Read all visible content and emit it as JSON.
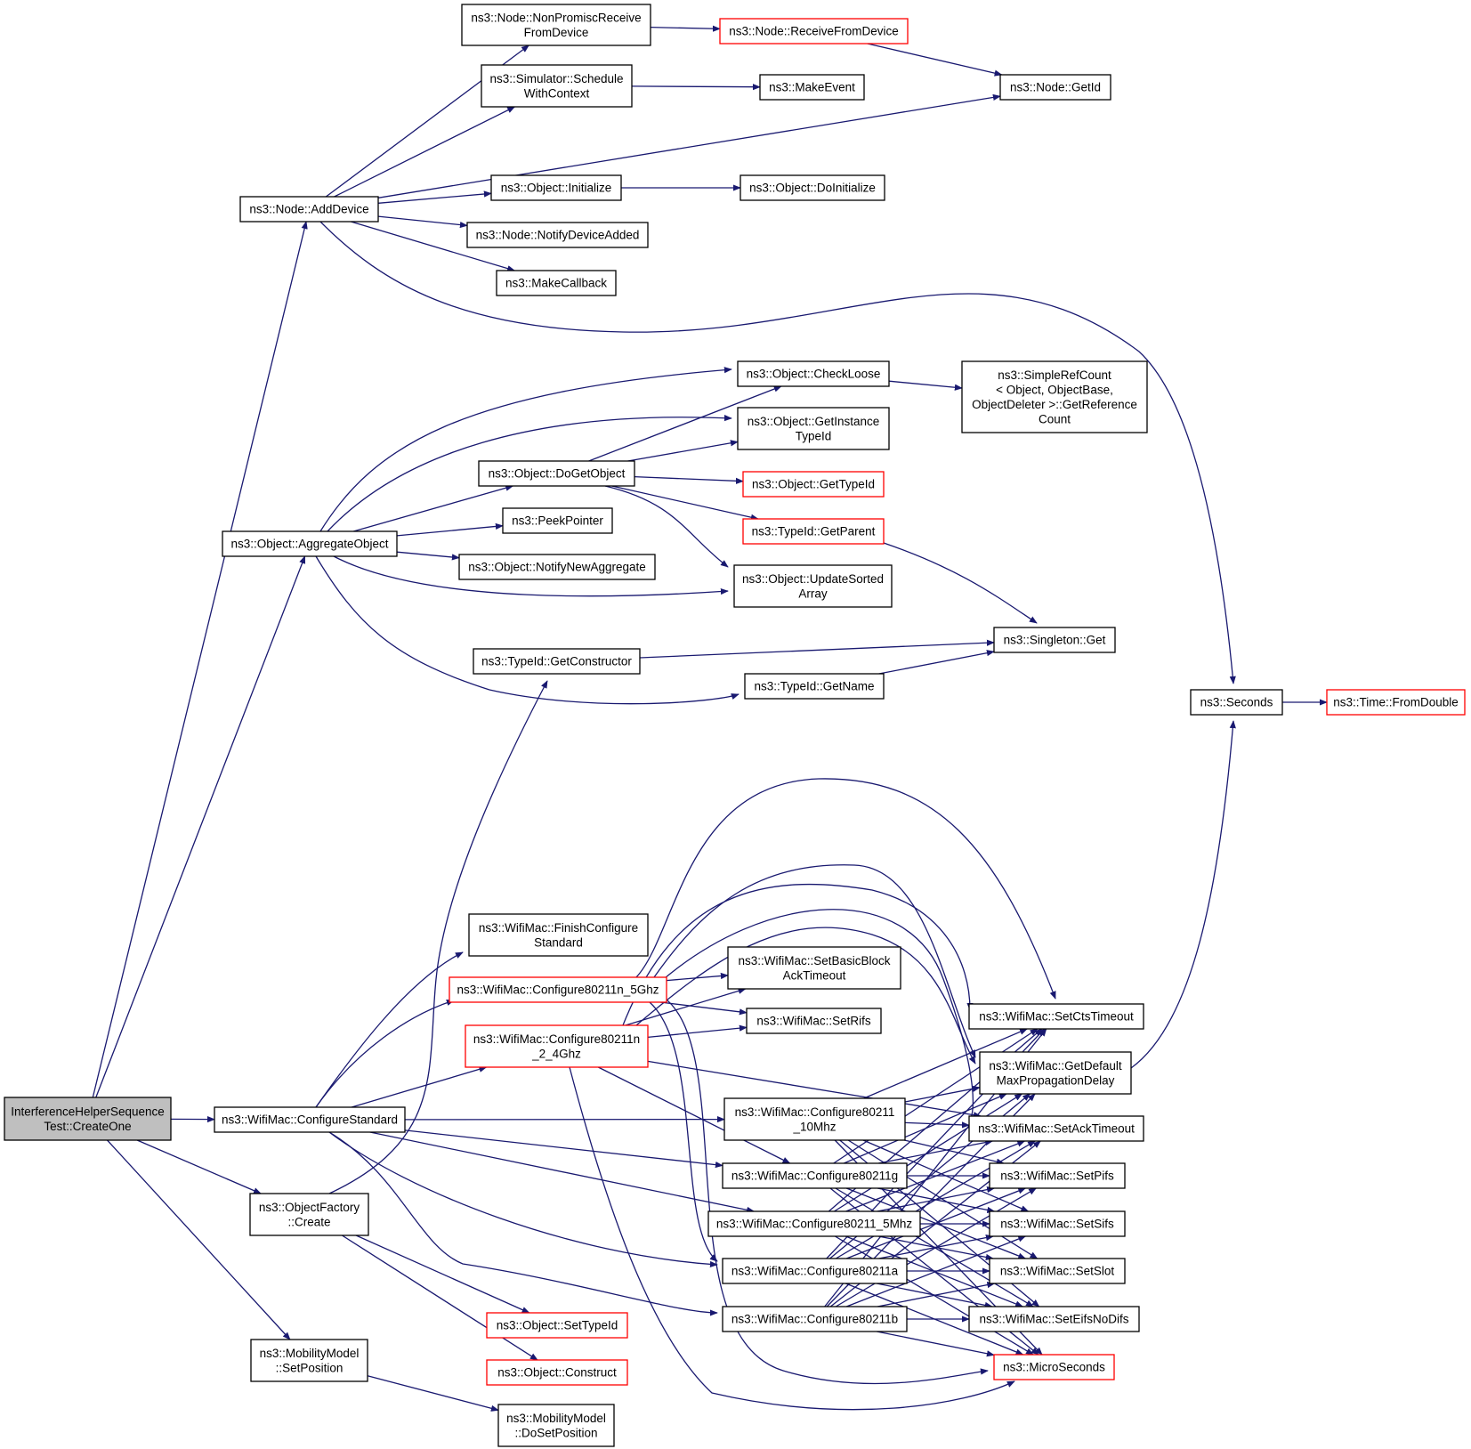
{
  "colors": {
    "edge": "#191970",
    "node_border": "#000000",
    "truncated_border": "#ff0000",
    "root_fill": "#bfbfbf",
    "background": "#ffffff"
  },
  "nodes": {
    "root": [
      "InterferenceHelperSequence",
      "Test::CreateOne"
    ],
    "add_device": [
      "ns3::Node::AddDevice"
    ],
    "aggregate": [
      "ns3::Object::AggregateObject"
    ],
    "configure_std": [
      "ns3::WifiMac::ConfigureStandard"
    ],
    "obj_factory": [
      "ns3::ObjectFactory",
      "::Create"
    ],
    "mob_setpos": [
      "ns3::MobilityModel",
      "::SetPosition"
    ],
    "nonpromisc": [
      "ns3::Node::NonPromiscReceive",
      "FromDevice"
    ],
    "sched_ctx": [
      "ns3::Simulator::Schedule",
      "WithContext"
    ],
    "obj_init": [
      "ns3::Object::Initialize"
    ],
    "notify_dev": [
      "ns3::Node::NotifyDeviceAdded"
    ],
    "make_cb": [
      "ns3::MakeCallback"
    ],
    "recv_dev": [
      "ns3::Node::ReceiveFromDevice"
    ],
    "make_event": [
      "ns3::MakeEvent"
    ],
    "do_init": [
      "ns3::Object::DoInitialize"
    ],
    "get_id": [
      "ns3::Node::GetId"
    ],
    "check_loose": [
      "ns3::Object::CheckLoose"
    ],
    "simple_ref": [
      "ns3::SimpleRefCount",
      "< Object, ObjectBase,",
      "ObjectDeleter >::GetReference",
      "Count"
    ],
    "get_inst_tid": [
      "ns3::Object::GetInstance",
      "TypeId"
    ],
    "do_get_obj": [
      "ns3::Object::DoGetObject"
    ],
    "get_tid": [
      "ns3::Object::GetTypeId"
    ],
    "peek_ptr": [
      "ns3::PeekPointer"
    ],
    "get_parent": [
      "ns3::TypeId::GetParent"
    ],
    "notify_agg": [
      "ns3::Object::NotifyNewAggregate"
    ],
    "upd_sorted": [
      "ns3::Object::UpdateSorted",
      "Array"
    ],
    "get_ctor": [
      "ns3::TypeId::GetConstructor"
    ],
    "singleton": [
      "ns3::Singleton::Get"
    ],
    "get_name": [
      "ns3::TypeId::GetName"
    ],
    "seconds": [
      "ns3::Seconds"
    ],
    "from_double": [
      "ns3::Time::FromDouble"
    ],
    "finish_cfg": [
      "ns3::WifiMac::FinishConfigure",
      "Standard"
    ],
    "cfg_n5": [
      "ns3::WifiMac::Configure80211n_5Ghz"
    ],
    "cfg_n24": [
      "ns3::WifiMac::Configure80211n",
      "_2_4Ghz"
    ],
    "set_babt": [
      "ns3::WifiMac::SetBasicBlock",
      "AckTimeout"
    ],
    "set_rifs": [
      "ns3::WifiMac::SetRifs"
    ],
    "set_cts": [
      "ns3::WifiMac::SetCtsTimeout"
    ],
    "get_def_mpd": [
      "ns3::WifiMac::GetDefault",
      "MaxPropagationDelay"
    ],
    "set_ack": [
      "ns3::WifiMac::SetAckTimeout"
    ],
    "set_pifs": [
      "ns3::WifiMac::SetPifs"
    ],
    "set_sifs": [
      "ns3::WifiMac::SetSifs"
    ],
    "set_slot": [
      "ns3::WifiMac::SetSlot"
    ],
    "set_eifs": [
      "ns3::WifiMac::SetEifsNoDifs"
    ],
    "micro": [
      "ns3::MicroSeconds"
    ],
    "cfg_10": [
      "ns3::WifiMac::Configure80211",
      "_10Mhz"
    ],
    "cfg_g": [
      "ns3::WifiMac::Configure80211g"
    ],
    "cfg_5": [
      "ns3::WifiMac::Configure80211_5Mhz"
    ],
    "cfg_a": [
      "ns3::WifiMac::Configure80211a"
    ],
    "cfg_b": [
      "ns3::WifiMac::Configure80211b"
    ],
    "set_typeid": [
      "ns3::Object::SetTypeId"
    ],
    "construct": [
      "ns3::Object::Construct"
    ],
    "do_setpos": [
      "ns3::MobilityModel",
      "::DoSetPosition"
    ]
  }
}
